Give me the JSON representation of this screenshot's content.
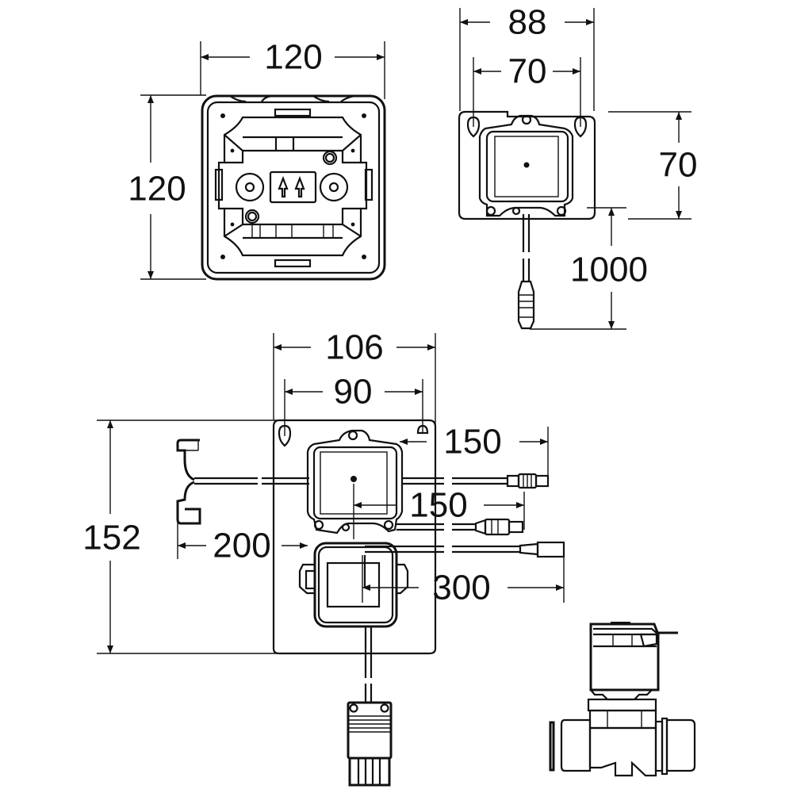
{
  "drawing": {
    "type": "technical-dimension-drawing",
    "colors": {
      "line": "#111111",
      "background": "#ffffff"
    }
  },
  "views": {
    "front_box": {
      "name": "Flush-mounting box (front view)",
      "width_label": "120",
      "height_label": "120"
    },
    "sensor_module": {
      "name": "Sensor module with cable",
      "outer_width_label": "88",
      "hole_spacing_label": "70",
      "height_label": "70",
      "cable_length_label": "1000"
    },
    "mounting_plate": {
      "name": "Mounting plate with electronics",
      "outer_width_label": "106",
      "hole_spacing_label": "90",
      "height_label": "152",
      "cable_left_label": "200",
      "cable_top_right_label": "150",
      "cable_mid_right_label": "150",
      "cable_bottom_right_label": "300"
    },
    "solenoid_valve": {
      "name": "Solenoid valve"
    },
    "power_plug": {
      "name": "Power connector plug"
    }
  }
}
